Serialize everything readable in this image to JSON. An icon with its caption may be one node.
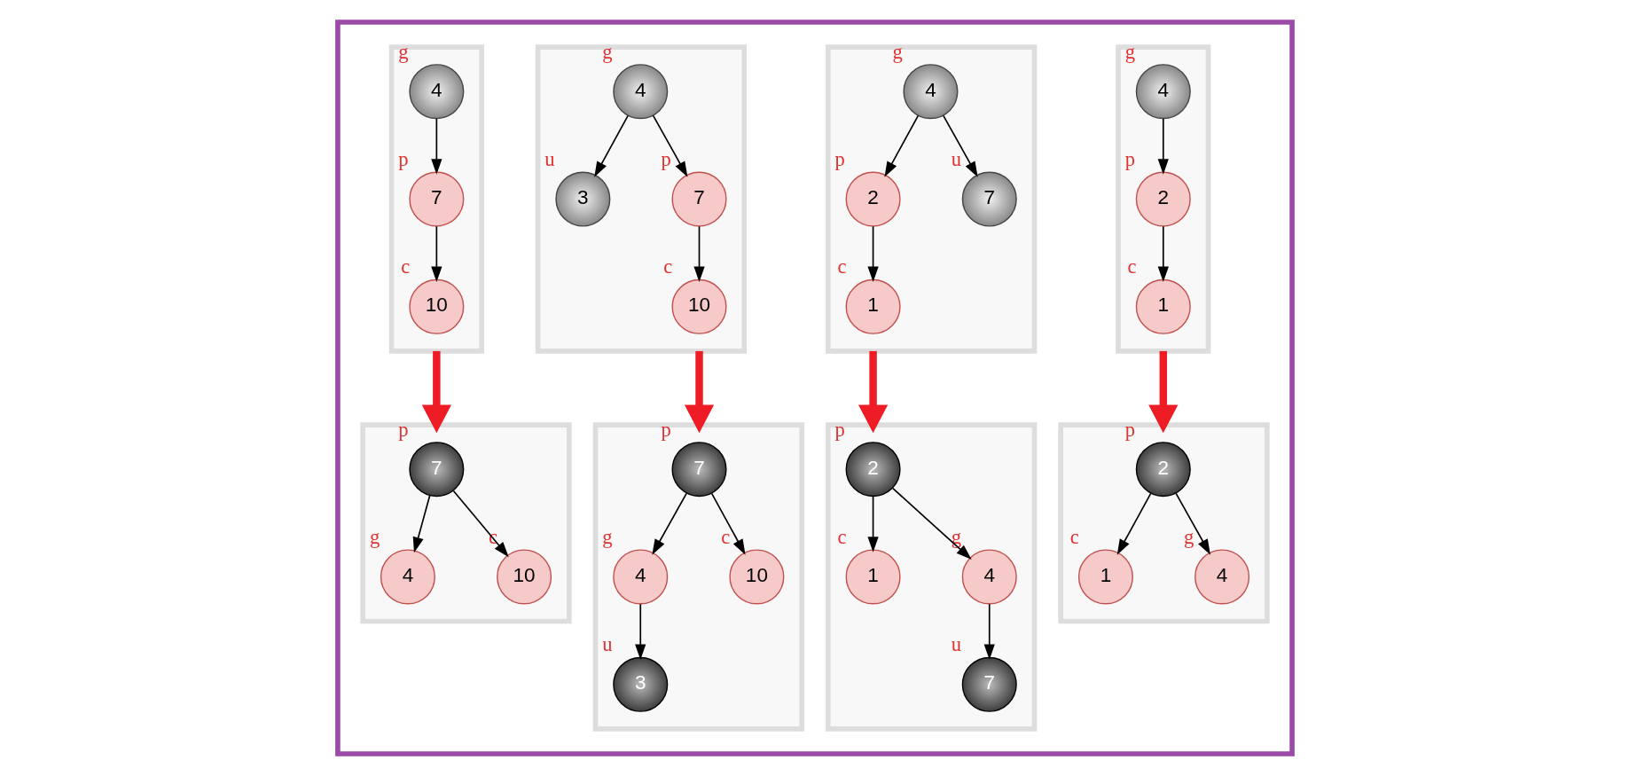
{
  "diagram": {
    "nodes": [
      {
        "text": [],
        "shape": "box"
      },
      {
        "text": [],
        "shape": "box",
        "in": 0
      },
      {
        "text": [
          "4"
        ],
        "in": 1,
        "beside": [
          "g"
        ]
      },
      {
        "text": [
          "7"
        ],
        "in": 1,
        "beside": [
          "p"
        ]
      },
      {
        "text": [
          "10"
        ],
        "in": 1,
        "beside": [
          "c"
        ]
      },
      {
        "text": [],
        "shape": "box",
        "in": 0
      },
      {
        "text": [
          "4"
        ],
        "in": 5,
        "beside": [
          "g"
        ]
      },
      {
        "text": [
          "3"
        ],
        "in": 5,
        "beside": [
          "u"
        ]
      },
      {
        "text": [
          "7"
        ],
        "in": 5,
        "beside": [
          "p"
        ]
      },
      {
        "text": [
          "10"
        ],
        "in": 5,
        "beside": [
          "c"
        ]
      },
      {
        "text": [],
        "shape": "box",
        "in": 0
      },
      {
        "text": [
          "4"
        ],
        "in": 10,
        "beside": [
          "g"
        ]
      },
      {
        "text": [
          "2"
        ],
        "in": 10,
        "beside": [
          "p"
        ]
      },
      {
        "text": [
          "7"
        ],
        "in": 10,
        "beside": [
          "u"
        ]
      },
      {
        "text": [
          "1"
        ],
        "in": 10,
        "beside": [
          "c"
        ]
      },
      {
        "text": [],
        "shape": "box",
        "in": 0
      },
      {
        "text": [
          "4"
        ],
        "in": 15,
        "beside": [
          "g"
        ]
      },
      {
        "text": [
          "2"
        ],
        "in": 15,
        "beside": [
          "p"
        ]
      },
      {
        "text": [
          "1"
        ],
        "in": 15,
        "beside": [
          "c"
        ]
      },
      {
        "text": [],
        "shape": "box",
        "in": 0
      },
      {
        "text": [
          "7"
        ],
        "in": 19,
        "beside": [
          "p"
        ]
      },
      {
        "text": [
          "4"
        ],
        "in": 19,
        "beside": [
          "g"
        ]
      },
      {
        "text": [
          "10"
        ],
        "in": 19,
        "beside": [
          "c"
        ]
      },
      {
        "text": [],
        "shape": "box",
        "in": 0
      },
      {
        "text": [
          "7"
        ],
        "in": 23,
        "beside": [
          "p"
        ]
      },
      {
        "text": [
          "4"
        ],
        "in": 23,
        "beside": [
          "g"
        ]
      },
      {
        "text": [
          "10"
        ],
        "in": 23,
        "beside": [
          "c"
        ]
      },
      {
        "text": [
          "3"
        ],
        "in": 23,
        "beside": [
          "u"
        ]
      },
      {
        "text": [],
        "shape": "box",
        "in": 0
      },
      {
        "text": [
          "2"
        ],
        "in": 28,
        "beside": [
          "p"
        ]
      },
      {
        "text": [
          "1"
        ],
        "in": 28,
        "beside": [
          "c"
        ]
      },
      {
        "text": [
          "4"
        ],
        "in": 28,
        "beside": [
          "g"
        ]
      },
      {
        "text": [
          "7"
        ],
        "in": 28,
        "beside": [
          "u"
        ]
      },
      {
        "text": [],
        "shape": "box",
        "in": 0
      },
      {
        "text": [
          "2"
        ],
        "in": 33,
        "beside": [
          "p"
        ]
      },
      {
        "text": [
          "1"
        ],
        "in": 33,
        "beside": [
          "c"
        ]
      },
      {
        "text": [
          "4"
        ],
        "in": 33,
        "beside": [
          "g"
        ]
      }
    ],
    "edges": [
      {
        "from": 2,
        "to": 3,
        "arrow": "to"
      },
      {
        "from": 3,
        "to": 4,
        "arrow": "to"
      },
      {
        "from": 6,
        "to": 7,
        "arrow": "to"
      },
      {
        "from": 6,
        "to": 8,
        "arrow": "to"
      },
      {
        "from": 8,
        "to": 9,
        "arrow": "to"
      },
      {
        "from": 11,
        "to": 12,
        "arrow": "to"
      },
      {
        "from": 11,
        "to": 13,
        "arrow": "to"
      },
      {
        "from": 12,
        "to": 14,
        "arrow": "to"
      },
      {
        "from": 16,
        "to": 17,
        "arrow": "to"
      },
      {
        "from": 17,
        "to": 18,
        "arrow": "to"
      },
      {
        "from": 20,
        "to": 21,
        "arrow": "to"
      },
      {
        "from": 20,
        "to": 22,
        "arrow": "to"
      },
      {
        "from": 24,
        "to": 25,
        "arrow": "to"
      },
      {
        "from": 24,
        "to": 26,
        "arrow": "to"
      },
      {
        "from": 25,
        "to": 27,
        "arrow": "to"
      },
      {
        "from": 29,
        "to": 30,
        "arrow": "to"
      },
      {
        "from": 29,
        "to": 31,
        "arrow": "to"
      },
      {
        "from": 31,
        "to": 32,
        "arrow": "to"
      },
      {
        "from": 34,
        "to": 35,
        "arrow": "to"
      },
      {
        "from": 34,
        "to": 36,
        "arrow": "to"
      },
      {
        "from": 1,
        "to": 19,
        "arrow": "to",
        "style": "thick",
        "color": "#ee1c25"
      },
      {
        "from": 5,
        "to": 23,
        "arrow": "to",
        "style": "thick",
        "color": "#ee1c25"
      },
      {
        "from": 10,
        "to": 28,
        "arrow": "to",
        "style": "thick",
        "color": "#ee1c25"
      },
      {
        "from": 15,
        "to": 33,
        "arrow": "to",
        "style": "thick",
        "color": "#ee1c25"
      }
    ]
  }
}
